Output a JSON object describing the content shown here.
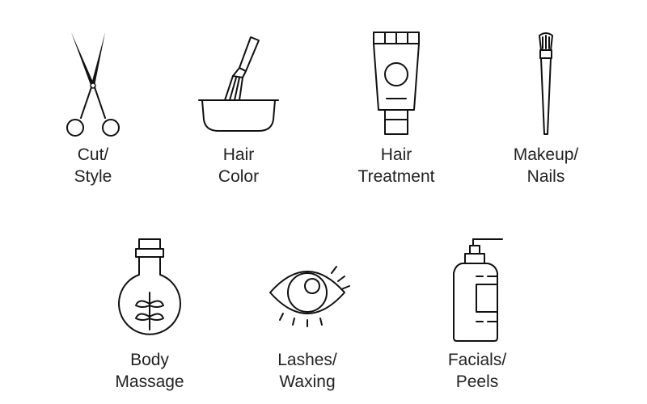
{
  "services": [
    {
      "icon": "scissors-icon",
      "line1": "Cut/",
      "line2": "Style"
    },
    {
      "icon": "hair-dye-bowl-brush-icon",
      "line1": "Hair",
      "line2": "Color"
    },
    {
      "icon": "cream-tube-icon",
      "line1": "Hair",
      "line2": "Treatment"
    },
    {
      "icon": "makeup-brush-icon",
      "line1": "Makeup/",
      "line2": "Nails"
    },
    {
      "icon": "oil-bottle-icon",
      "line1": "Body",
      "line2": "Massage"
    },
    {
      "icon": "eye-lashes-icon",
      "line1": "Lashes/",
      "line2": "Waxing"
    },
    {
      "icon": "pump-bottle-icon",
      "line1": "Facials/",
      "line2": "Peels"
    }
  ]
}
